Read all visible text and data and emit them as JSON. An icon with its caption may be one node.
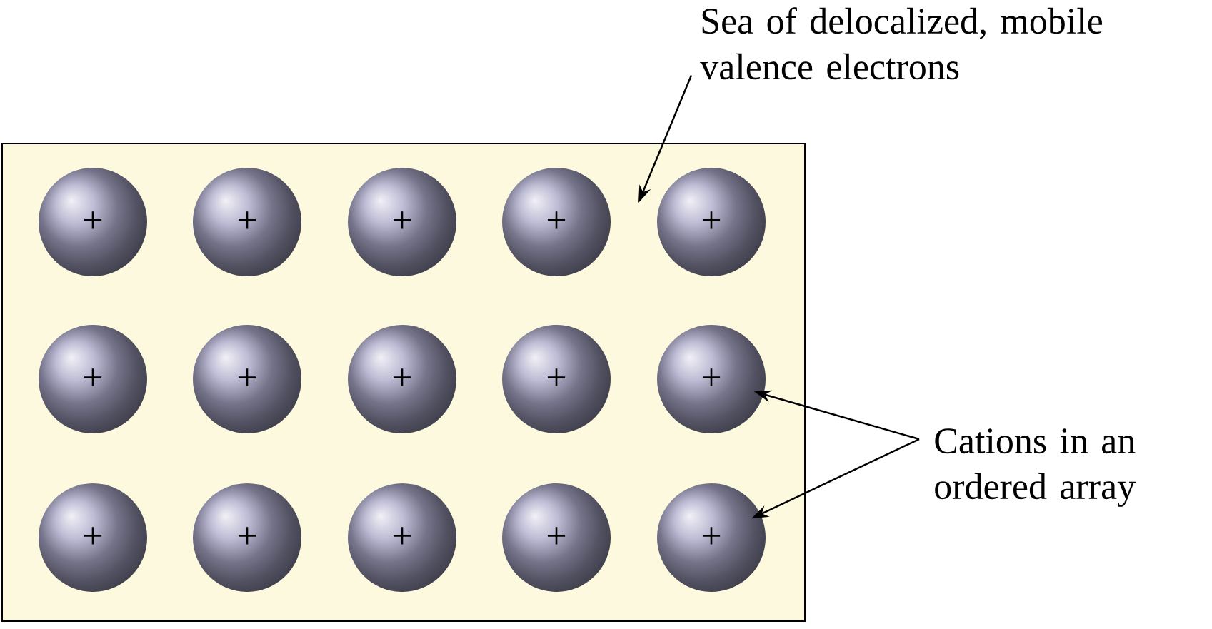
{
  "diagram": {
    "nodes": [
      {
        "text": [
          "Sea of delocalized, mobile valence electrons"
        ]
      },
      {
        "text": [],
        "shape": "box"
      },
      {
        "text": [
          "+"
        ],
        "in": 1
      },
      {
        "text": [
          "+"
        ],
        "in": 1
      },
      {
        "text": [
          "+"
        ],
        "in": 1
      },
      {
        "text": [
          "+"
        ],
        "in": 1
      },
      {
        "text": [
          "+"
        ],
        "in": 1
      },
      {
        "text": [
          "+"
        ],
        "in": 1
      },
      {
        "text": [
          "+"
        ],
        "in": 1
      },
      {
        "text": [
          "+"
        ],
        "in": 1
      },
      {
        "text": [
          "+"
        ],
        "in": 1
      },
      {
        "text": [
          "+"
        ],
        "in": 1
      },
      {
        "text": [
          "+"
        ],
        "in": 1
      },
      {
        "text": [
          "+"
        ],
        "in": 1
      },
      {
        "text": [
          "+"
        ],
        "in": 1
      },
      {
        "text": [
          "+"
        ],
        "in": 1
      },
      {
        "text": [
          "+"
        ],
        "in": 1
      },
      {
        "text": [
          "Cations in an ordered array"
        ]
      }
    ],
    "edges": [
      {
        "from": 0,
        "to": 1,
        "arrow": "to"
      },
      {
        "from": 17,
        "to": 11,
        "arrow": "to"
      },
      {
        "from": 17,
        "to": 16,
        "arrow": "to"
      }
    ]
  }
}
